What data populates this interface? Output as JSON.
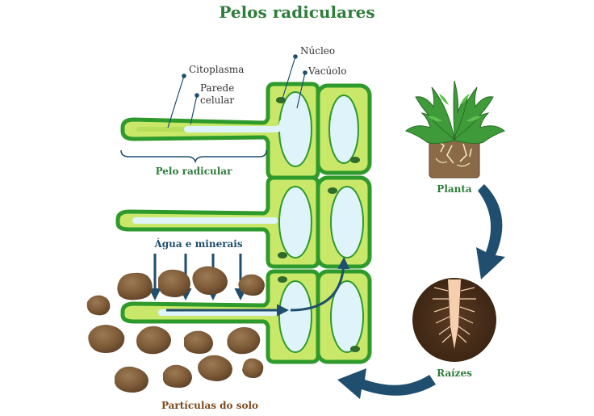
{
  "title": "Pelos radiculares",
  "labels": {
    "cytoplasm": "Citoplasma",
    "cell_wall_1": "Parede",
    "cell_wall_2": "celular",
    "nucleus": "Núcleo",
    "vacuole": "Vacúolo",
    "root_hair": "Pelo radicular",
    "water_minerals": "Água e minerais",
    "soil_particles": "Partículas do solo",
    "plant": "Planta",
    "roots": "Raízes"
  },
  "colors": {
    "title_green": "#2e7d3a",
    "dark_green": "#2f9a2c",
    "light_green": "#c9e86a",
    "cytoplasm_green": "#b6df5a",
    "vacuole_blue": "#dff3fb",
    "navy": "#1f4e6e",
    "soil_brown": "#8a6a47",
    "soil_label": "#7b4a1e"
  },
  "icons": [
    "root-hair-cell-icon",
    "soil-particle-icon",
    "plant-icon",
    "root-cross-section-icon",
    "curved-arrow-icon"
  ]
}
